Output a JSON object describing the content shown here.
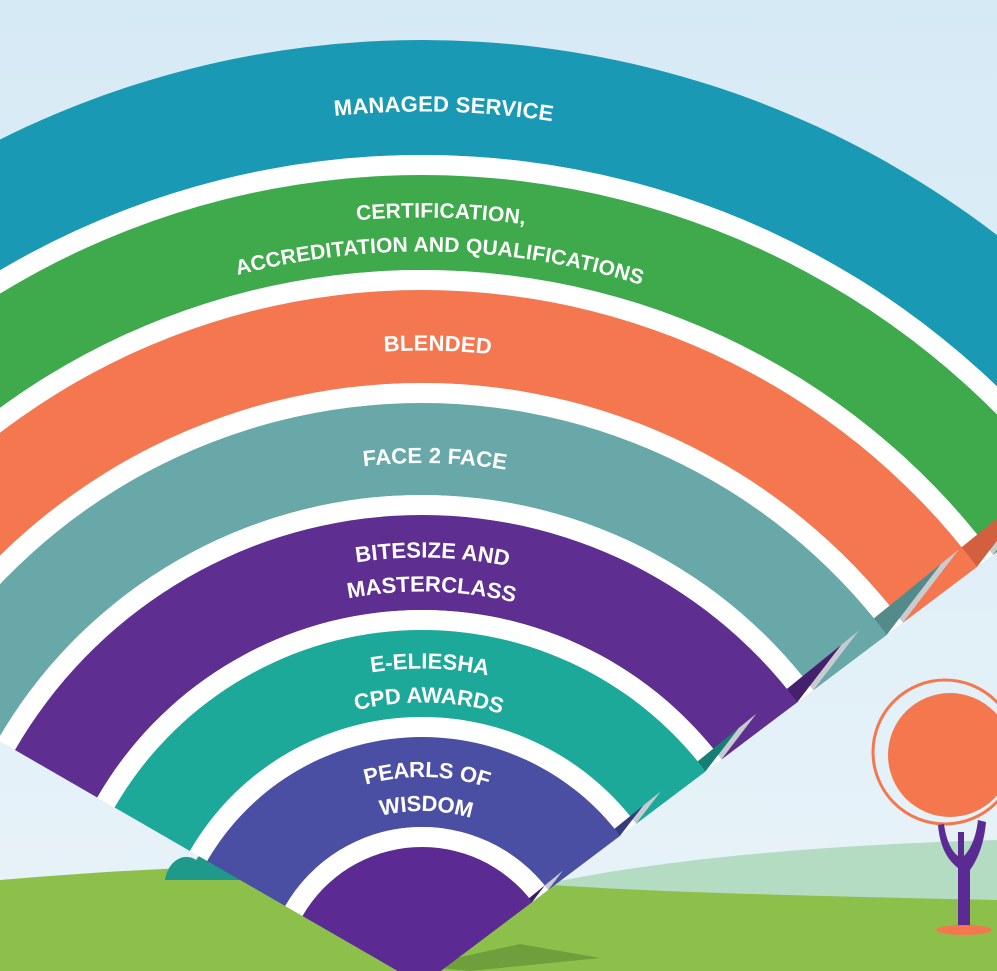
{
  "diagram": {
    "bands": [
      {
        "id": "managed-service",
        "lines": [
          "MANAGED SERVICE"
        ],
        "color": "#1999b3",
        "side_color": "#137f95"
      },
      {
        "id": "certification",
        "lines": [
          "CERTIFICATION,",
          "ACCREDITATION AND QUALIFICATIONS"
        ],
        "color": "#3eaa4b",
        "side_color": "#2f8d3b"
      },
      {
        "id": "blended",
        "lines": [
          "BLENDED"
        ],
        "color": "#f47750",
        "side_color": "#d2603f"
      },
      {
        "id": "face-2-face",
        "lines": [
          "FACE 2 FACE"
        ],
        "color": "#69a8a8",
        "side_color": "#538b8b"
      },
      {
        "id": "bitesize",
        "lines": [
          "BITESIZE AND",
          "MASTERCLASS"
        ],
        "color": "#5e2e91",
        "side_color": "#45206d"
      },
      {
        "id": "e-eliesha",
        "lines": [
          "E-ELIESHA",
          "CPD AWARDS"
        ],
        "color": "#1da99a",
        "side_color": "#157f74"
      },
      {
        "id": "pearls",
        "lines": [
          "PEARLS OF",
          "WISDOM"
        ],
        "color": "#4a4fa3",
        "side_color": "#363b7e"
      },
      {
        "id": "tip",
        "lines": [],
        "color": "#5b2b93",
        "side_color": "#3b1b63"
      }
    ],
    "colors": {
      "sky_top": "#d6eaf5",
      "sky_bottom": "#e8f3f9",
      "ground": "#8dc04a",
      "ground_back": "#b3dcc3",
      "tree_orange": "#f4774d",
      "tree_trunk": "#5b2b93",
      "bush": "#1f9a8a",
      "separator": "#ffffff",
      "separator_side": "#c8ccd0"
    }
  }
}
